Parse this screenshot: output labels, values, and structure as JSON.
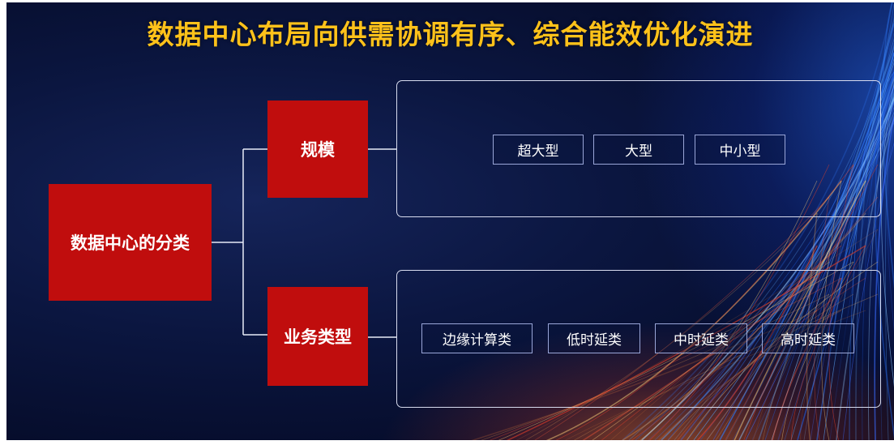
{
  "title": "数据中心布局向供需协调有序、综合能效优化演进",
  "root": {
    "label": "数据中心的分类"
  },
  "branches": [
    {
      "label": "规模",
      "items": [
        "超大型",
        "大型",
        "中小型"
      ]
    },
    {
      "label": "业务类型",
      "items": [
        "边缘计算类",
        "低时延类",
        "中时延类",
        "高时延类"
      ]
    }
  ],
  "colors": {
    "title": "#ffc21a",
    "node_fill": "#c00d0d",
    "background": "#060d2c",
    "line": "#ffffff"
  }
}
